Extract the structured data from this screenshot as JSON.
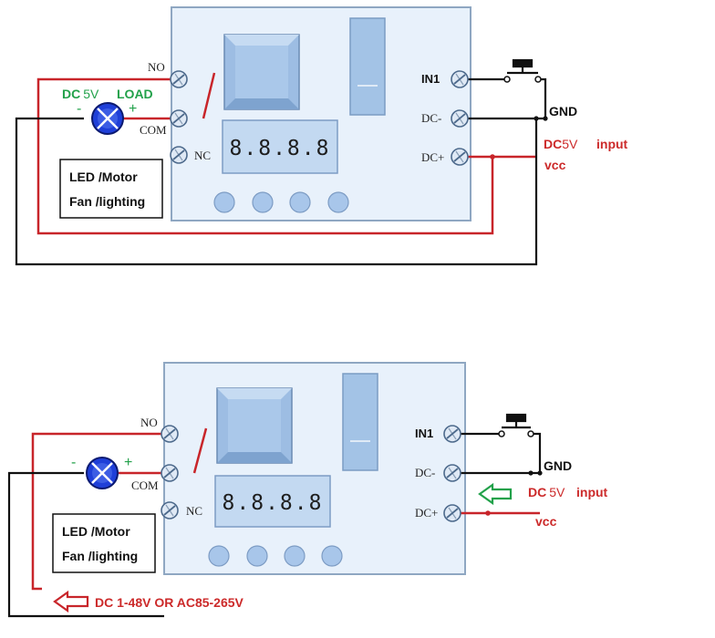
{
  "colors": {
    "red_wire": "#c8252a",
    "black_wire": "#111111",
    "gray_wire": "#555555",
    "board_fill": "#e8f1fb",
    "board_stroke": "#8fa7c2",
    "component_fill": "#a9c6e8",
    "load_green": "#22a14a",
    "input_red": "#cc2a2a",
    "lamp_blue": "#1f3fd8"
  },
  "diagram1": {
    "terminals_left": {
      "no": "NO",
      "com": "COM",
      "nc": "NC"
    },
    "terminals_right": {
      "in1": "IN1",
      "dc_minus": "DC-",
      "dc_plus": "DC+"
    },
    "display": "8.8.8.8",
    "load_prefix": "DC",
    "load_voltage": "5V",
    "load_label": "LOAD",
    "minus": "-",
    "plus": "+",
    "device_line1": "LED /Motor",
    "device_line2": "Fan /lighting",
    "gnd": "GND",
    "input_prefix": "DC",
    "input_voltage": "5V",
    "input_word": "input",
    "vcc": "vcc"
  },
  "diagram2": {
    "terminals_left": {
      "no": "NO",
      "com": "COM",
      "nc": "NC"
    },
    "terminals_right": {
      "in1": "IN1",
      "dc_minus": "DC-",
      "dc_plus": "DC+"
    },
    "display": "8.8.8.8",
    "minus": "-",
    "plus": "+",
    "device_line1": "LED /Motor",
    "device_line2": "Fan /lighting",
    "gnd": "GND",
    "input_prefix": "DC",
    "input_voltage": "5V",
    "input_word": "input",
    "vcc": "vcc",
    "supply_label": "DC 1-48V OR AC85-265V"
  }
}
